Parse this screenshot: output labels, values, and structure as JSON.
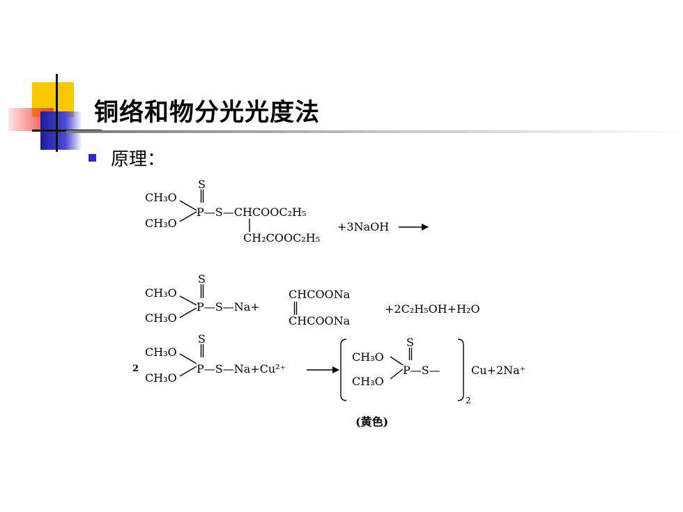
{
  "slide": {
    "title": "铜络和物分光光度法",
    "bullet_text": "原理："
  },
  "reaction": {
    "ch3o": "CH₃O",
    "s": "S",
    "p": "P",
    "r1_chain_top": "P—S—CHCOOC₂H₅",
    "r1_chain_bottom": "CH₂COOC₂H₅",
    "r1_reagent": "+3NaOH",
    "r2_sna": "P—S—Na+",
    "r2_maleate_top": "CHCOONa",
    "r2_maleate_bottom": "CHCOONa",
    "r2_products": "+2C₂H₅OH+H₂O",
    "r3_coef": "2",
    "r3_sna": "P—S—Na+Cu²⁺",
    "r3_complex_ps": "P—S—",
    "r3_subscript": "2",
    "r3_products": "Cu+2Na⁺",
    "color_note": "(黄色)"
  },
  "colors": {
    "bullet": "#2a2ad0",
    "deco_yellow": "#f7c800",
    "deco_red": "#f03c3c",
    "deco_blue": "#1c1c9c"
  }
}
